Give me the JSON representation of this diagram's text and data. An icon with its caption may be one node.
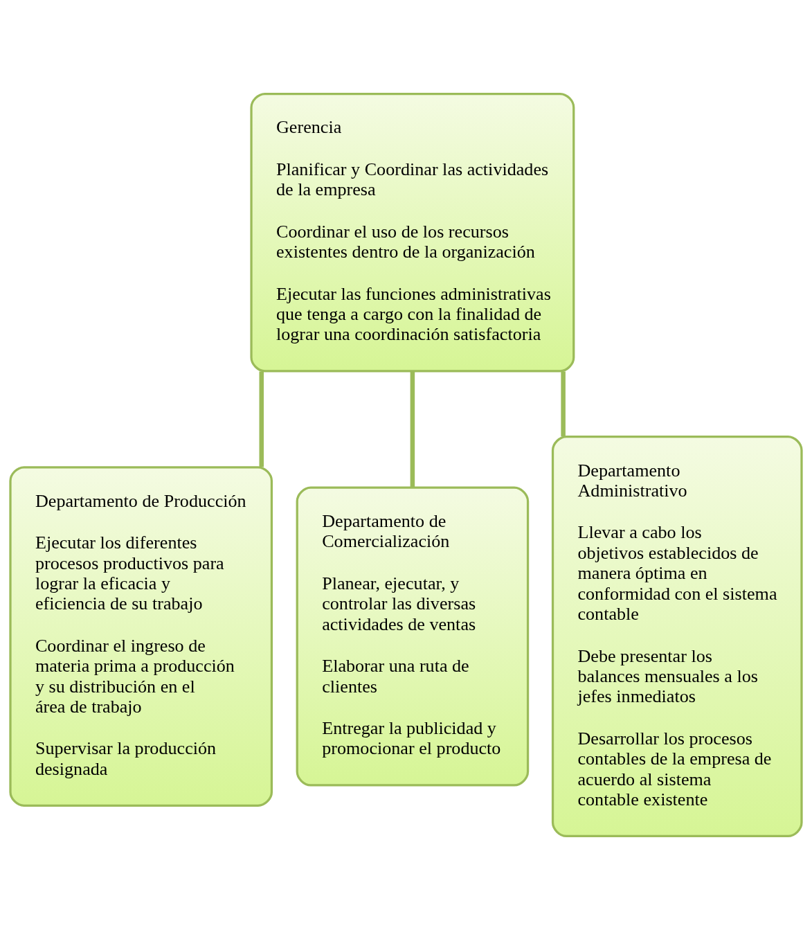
{
  "diagram": {
    "nodes": [
      {
        "text": [
          "Gerencia",
          "Planificar y Coordinar las actividades de la empresa",
          "Coordinar el uso de los recursos existentes dentro de la organización",
          "Ejecutar las funciones administrativas que tenga a cargo con la finalidad de lograr una coordinación satisfactoria"
        ]
      },
      {
        "text": [
          "Departamento de Producción",
          "Ejecutar los diferentes procesos productivos para lograr la eficacia y eficiencia de su trabajo",
          "Coordinar el ingreso de materia prima a producción y su distribución en el área de trabajo",
          "Supervisar la producción designada"
        ]
      },
      {
        "text": [
          "Departamento de Comercialización",
          "Planear, ejecutar, y controlar las diversas actividades de ventas",
          "Elaborar una ruta de clientes",
          "Entregar la publicidad y promocionar el producto"
        ]
      },
      {
        "text": [
          "Departamento Administrativo",
          "Llevar a cabo los objetivos establecidos de manera óptima en conformidad con el sistema contable",
          "Debe presentar los balances mensuales a los jefes inmediatos",
          "Desarrollar los procesos contables de la empresa de acuerdo al sistema contable existente"
        ]
      }
    ],
    "edges": [
      {
        "from": 0,
        "to": 1,
        "arrow": "none"
      },
      {
        "from": 0,
        "to": 2,
        "arrow": "none"
      },
      {
        "from": 0,
        "to": 3,
        "arrow": "none"
      }
    ]
  }
}
